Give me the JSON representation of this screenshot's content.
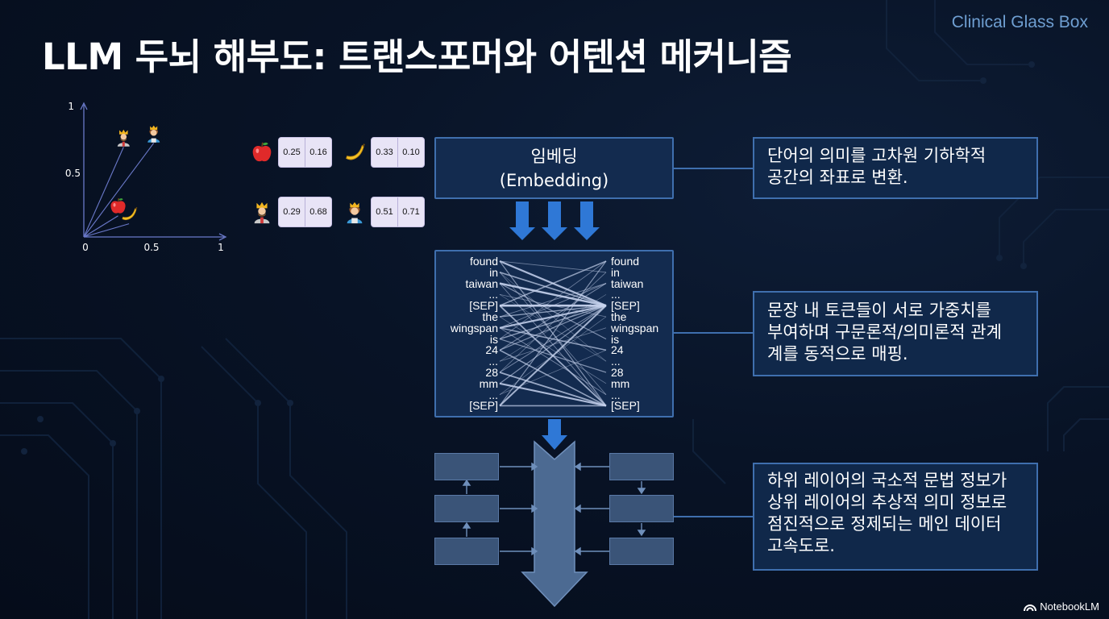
{
  "brand": "Clinical Glass Box",
  "title": "LLM 두뇌 해부도: 트랜스포머와 어텐션 메커니즘",
  "chart_data": {
    "type": "scatter",
    "x_ticks": [
      "0",
      "0.5",
      "1"
    ],
    "y_ticks": [
      "0.5",
      "1"
    ],
    "xlim": [
      0,
      1
    ],
    "ylim": [
      0,
      1
    ],
    "points": [
      {
        "icon": "apple-icon",
        "x": 0.25,
        "y": 0.16
      },
      {
        "icon": "banana-icon",
        "x": 0.33,
        "y": 0.1
      },
      {
        "icon": "king-icon",
        "x": 0.29,
        "y": 0.68
      },
      {
        "icon": "queen-icon",
        "x": 0.51,
        "y": 0.71
      }
    ]
  },
  "vectors": [
    {
      "icon": "apple-icon",
      "values": [
        "0.25",
        "0.16"
      ]
    },
    {
      "icon": "banana-icon",
      "values": [
        "0.33",
        "0.10"
      ]
    },
    {
      "icon": "king-icon",
      "values": [
        "0.29",
        "0.68"
      ]
    },
    {
      "icon": "queen-icon",
      "values": [
        "0.51",
        "0.71"
      ]
    }
  ],
  "embedding": {
    "line1": "임베딩",
    "line2": "(Embedding)"
  },
  "notes": {
    "embedding": [
      "단어의 의미를 고차원 기하학적",
      "공간의 좌표로 변환."
    ],
    "attention": [
      "문장 내 토큰들이 서로 가중치를",
      "부여하며 구문론적/의미론적 관계",
      "계를 동적으로 매핑."
    ],
    "residual": [
      "하위 레이어의 국소적 문법 정보가",
      "상위 레이어의 추상적 의미 정보로",
      "점진적으로 정제되는 메인 데이터",
      "고속도로."
    ]
  },
  "tokens": [
    "found",
    "in",
    "taiwan",
    "...",
    "[SEP]",
    "the",
    "wingspan",
    "is",
    "24",
    "...",
    "28",
    "mm",
    "...",
    "[SEP]"
  ],
  "footer": "NotebookLM",
  "colors": {
    "accent": "#3f6fae",
    "arrow": "#2f78d6",
    "background": "#081326"
  }
}
